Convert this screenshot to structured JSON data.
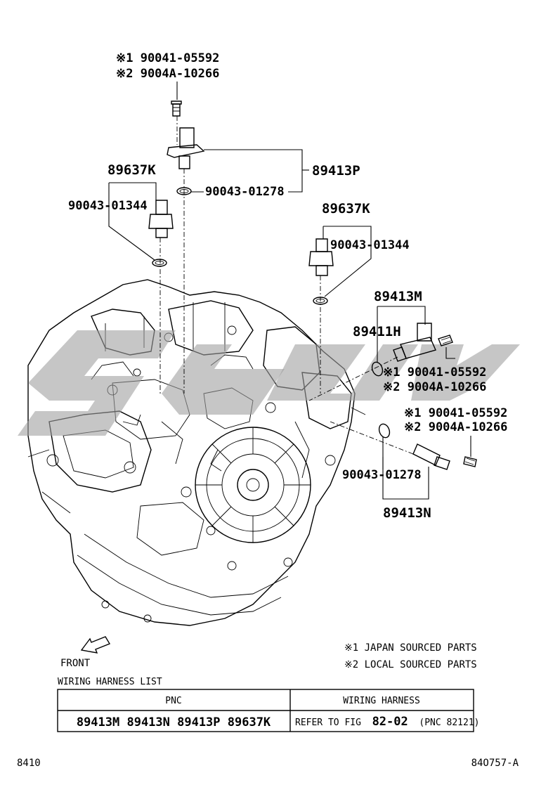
{
  "callouts": {
    "top_bolt_japan": "※1 90041-05592",
    "top_bolt_local": "※2 9004A-10266",
    "sensor_p": "89413P",
    "oring_p": "90043-01278",
    "switch_left": "89637K",
    "oring_left": "90043-01344",
    "switch_right": "89637K",
    "oring_right": "90043-01344",
    "sensor_m": "89413M",
    "sensor_h": "89411H",
    "m_bolt_japan": "※1 90041-05592",
    "m_bolt_local": "※2 9004A-10266",
    "n_bolt_japan": "※1 90041-05592",
    "n_bolt_local": "※2 9004A-10266",
    "oring_n": "90043-01278",
    "sensor_n": "89413N"
  },
  "front_label": "FRONT",
  "legend": {
    "japan": "※1 JAPAN SOURCED PARTS",
    "local": "※2 LOCAL SOURCED PARTS"
  },
  "harness": {
    "title": "WIRING HARNESS LIST",
    "col_pnc": "PNC",
    "col_harness": "WIRING HARNESS",
    "pnc_value": "89413M 89413N 89413P 89637K",
    "refer_prefix": "REFER TO FIG",
    "refer_fig": "82-02",
    "refer_pnc": "(PNC 82121)"
  },
  "footer": {
    "page": "8410",
    "code": "84O757-A"
  },
  "colors": {
    "line": "#000000",
    "watermark": "#a0a0a0"
  }
}
